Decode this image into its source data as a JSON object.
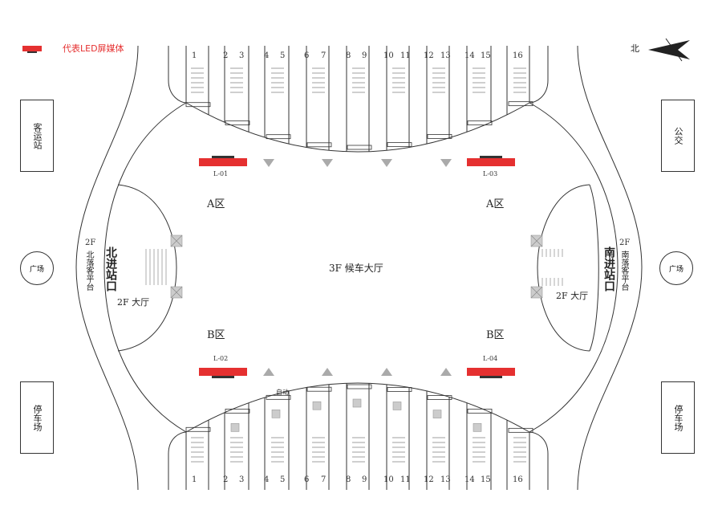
{
  "legend": {
    "text": "代表LED屏媒体",
    "color": "#e53030"
  },
  "north_label": "北",
  "center_label": "3F 候车大厅",
  "zones": {
    "a_left": "A区",
    "a_right": "A区",
    "b_left": "B区",
    "b_right": "B区"
  },
  "left_side": {
    "entrance": "北进站口",
    "level": "2F",
    "platform": "北落客平台",
    "hall": "2F 大厅"
  },
  "right_side": {
    "entrance": "南进站口",
    "level": "2F",
    "platform": "南落客平台",
    "hall": "2F 大厅"
  },
  "outer_left": {
    "top": "客运站",
    "middle": "广场",
    "bottom": "停车场"
  },
  "outer_right": {
    "top": "公交",
    "middle": "广场",
    "bottom": "停车场"
  },
  "screens": [
    {
      "id": "L-01"
    },
    {
      "id": "L-02"
    },
    {
      "id": "L-03"
    },
    {
      "id": "L-04"
    }
  ],
  "track_numbers": [
    "1",
    "2",
    "3",
    "4",
    "5",
    "6",
    "7",
    "8",
    "9",
    "10",
    "11",
    "12",
    "13",
    "14",
    "15",
    "16"
  ],
  "bottom_small_label": "自动",
  "colors": {
    "led": "#e53030",
    "line": "#333333",
    "arrow": "#aaaaaa"
  }
}
